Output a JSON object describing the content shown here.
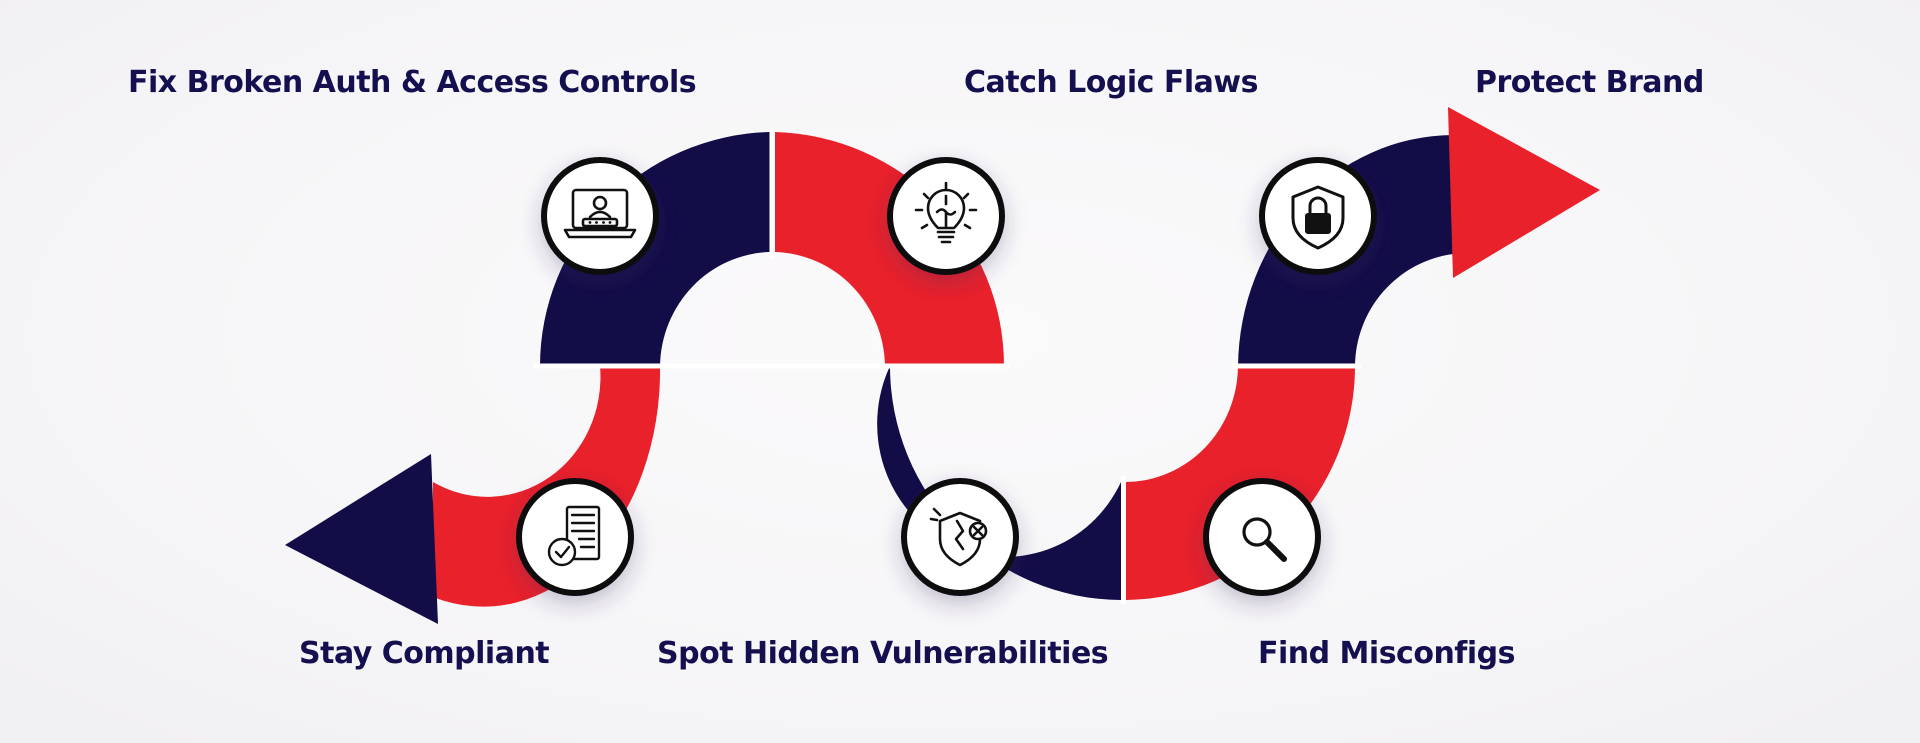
{
  "colors": {
    "navy": "#120c47",
    "red": "#e9212b",
    "text": "#140f4f",
    "icon_ring": "#0a0a0a",
    "icon_fill": "#ffffff"
  },
  "steps": [
    {
      "label": "Fix Broken Auth & Access Controls",
      "icon": "laptop-login-icon"
    },
    {
      "label": "Catch Logic Flaws",
      "icon": "lightbulb-puzzle-icon"
    },
    {
      "label": "Protect Brand",
      "icon": "shield-lock-icon"
    },
    {
      "label": "Stay Compliant",
      "icon": "compliance-checklist-icon"
    },
    {
      "label": "Spot Hidden Vulnerabilities",
      "icon": "broken-shield-icon"
    },
    {
      "label": "Find Misconfigs",
      "icon": "magnifier-icon"
    }
  ]
}
